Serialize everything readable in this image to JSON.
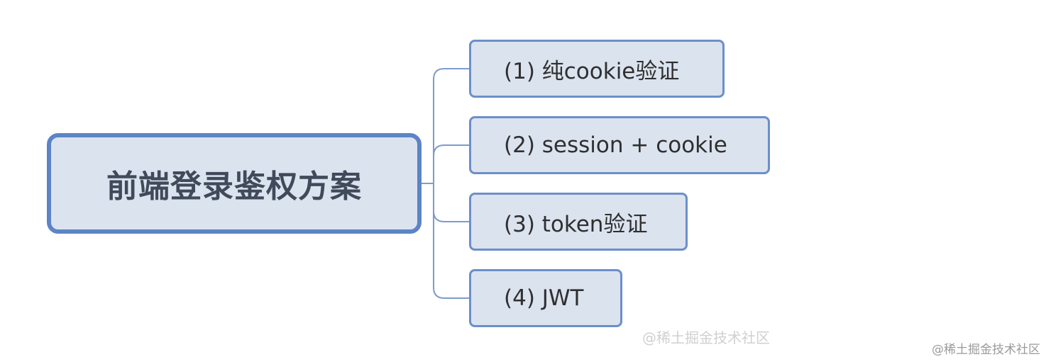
{
  "diagram": {
    "root": {
      "label": "前端登录鉴权方案"
    },
    "children": [
      {
        "label": "(1)  纯cookie验证"
      },
      {
        "label": "(2)  session + cookie"
      },
      {
        "label": "(3)  token验证"
      },
      {
        "label": "(4)  JWT"
      }
    ],
    "colors": {
      "node_fill": "#dbe3ef",
      "root_border": "#5c84c6",
      "child_border": "#6c8fc9",
      "connector": "#7d9ccc"
    }
  },
  "watermarks": {
    "center": "@稀土掘金技术社区",
    "corner": "@稀土掘金技术社区"
  }
}
